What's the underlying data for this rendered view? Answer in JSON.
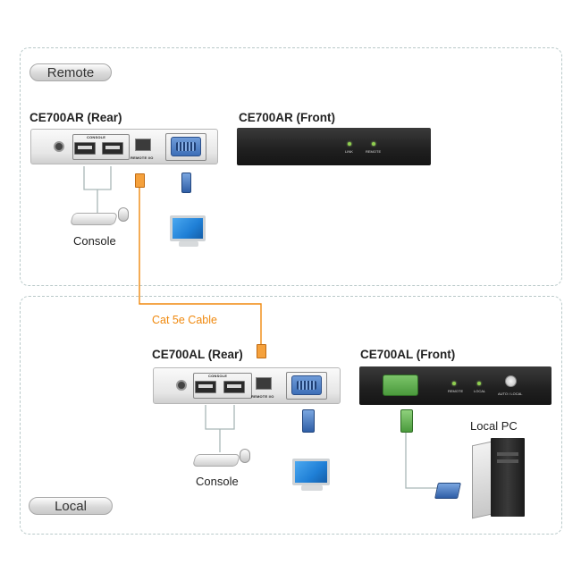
{
  "sections": {
    "remote": {
      "label": "Remote"
    },
    "local": {
      "label": "Local"
    }
  },
  "devices": {
    "remote_rear": {
      "title": "CE700AR (Rear)",
      "console_port_label": "CONSOLE",
      "remote_port_label": "REMOTE I/O"
    },
    "remote_front": {
      "title": "CE700AR (Front)",
      "led_labels": [
        "LINK",
        "REMOTE"
      ]
    },
    "local_rear": {
      "title": "CE700AL (Rear)",
      "console_port_label": "CONSOLE",
      "remote_port_label": "REMOTE I/O"
    },
    "local_front": {
      "title": "CE700AL (Front)",
      "led_labels": [
        "REMOTE",
        "LOCAL"
      ],
      "button_label": "AUTO / LOCAL"
    }
  },
  "peripherals": {
    "remote_console_label": "Console",
    "local_console_label": "Console",
    "local_pc_label": "Local PC"
  },
  "cable": {
    "label": "Cat 5e Cable",
    "color": "#f0890e"
  },
  "colors": {
    "region_border": "#b9c9c9",
    "cable_gray": "#a9b6b6",
    "vga_blue": "#3d6fb8",
    "vga_green": "#5aa848",
    "monitor_screen": "#1f7fd6"
  }
}
